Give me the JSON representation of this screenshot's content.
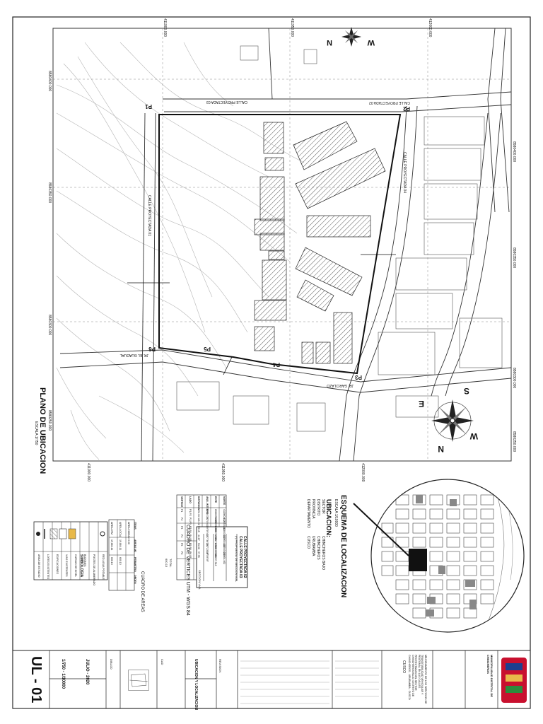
{
  "sheet": {
    "plan_title": "PLANO DE UBICACION",
    "plan_scale": "ESCALA 1/750",
    "sheet_code": "UL - 01",
    "scale_label": "1/750 - 1/10000",
    "date_label": "JULIO - 2020",
    "sheet_name": "UBICACION Y LOCALIZACION"
  },
  "map": {
    "north_labels": [
      "N",
      "W",
      "S",
      "E"
    ],
    "coord_labels_top": [
      "411900.000",
      "411950.000",
      "412000.000"
    ],
    "coord_labels_bottom": [
      "411900.000",
      "411950.000",
      "412000.000"
    ],
    "coord_labels_left": [
      "8580400.000",
      "8580350.000",
      "8580300.000",
      "8580250.000"
    ],
    "coord_labels_right": [
      "8580400.000",
      "8580350.000",
      "8580300.000",
      "8580250.000"
    ],
    "streets": [
      "CALLE PROYECTADA 02",
      "CALLE PROYECTADA 01",
      "CALLE PROYECTADA 03",
      "CALLE PROYECTADA 04",
      "JR. EL GUADUAL",
      "JR. GARCILAZO"
    ],
    "vertices": [
      "P1",
      "P2",
      "P3",
      "P4",
      "P5",
      "P6"
    ]
  },
  "localization": {
    "title": "ESQUEMA DE LOCALIZACION",
    "scale": "ESCALA 1/10000",
    "ubicacion_title": "UBICACION:",
    "fields": [
      {
        "k": "SECTOR",
        "v": "CHINCHEROS BAJO"
      },
      {
        "k": "DISTRITO",
        "v": "CHINCHEROS"
      },
      {
        "k": "PROVINCIA",
        "v": "URUBAMBA"
      },
      {
        "k": "DEPARTAMENTO",
        "v": "CUSCO"
      }
    ]
  },
  "vertex_table": {
    "title": "CUADRO DE VERTICES UTM - WGS 84",
    "headers": [
      "VERTICE",
      "LADO",
      "DISTANCIA",
      "ANG. INTERNO",
      "ESTE",
      "NORTE"
    ],
    "rows": [
      [
        "P1",
        "P1-P2",
        "192.44",
        "87°51'35\"",
        "8580395.835",
        "411860.872"
      ],
      [
        "P2",
        "P2-P3",
        "121.32",
        "92°8'44\"",
        "8580395.835",
        "412053.313"
      ],
      [
        "P3",
        "P3-P4",
        "93.15",
        "89°59'45\"",
        "8580274.515",
        "412053.313"
      ],
      [
        "P4",
        "P4-P5",
        "44.67",
        "167°36'35\"",
        "8580274.515",
        "411960.163"
      ],
      [
        "P5",
        "P5-P6",
        "51.60",
        "192°23'18\"",
        "8580267.342",
        "411916.059"
      ],
      [
        "P6",
        "P6-P1",
        "97.95",
        "89°59'59\"",
        "8580267.342",
        "411864.462"
      ]
    ],
    "total_label": "TOTAL",
    "total": "600.13"
  },
  "areas_table": {
    "title": "CUADRO DE AREAS",
    "headers": [
      "ITEMS",
      "AREAS M2",
      "PERIMETRO",
      "ORDEN"
    ],
    "rows": [
      [
        "AREA UTM",
        "19,884.11",
        "600.13",
        ""
      ],
      [
        "AREA LOCAL",
        "19,884.11",
        "600.13",
        ""
      ],
      [
        "AREA COMUN",
        "0.00",
        "",
        ""
      ]
    ]
  },
  "section_detail": {
    "title1": "CALLE PROYECTADA 02",
    "title2": "CALLE PROYECTADA 03",
    "caption": "SECCION VIAL",
    "note": "(*) PROPUESTA DE SECCION VIAL"
  },
  "legend": {
    "title": "SIMBOLOGIA",
    "headers": [
      "SIMBOLOGIA",
      "DESCRIPCION"
    ],
    "rows": [
      "AREA DE ESTUDIO",
      "LOTES EXISTENTES",
      "EDIFICACIONES",
      "VIAS EXISTENTES",
      "CURVAS DE NIVEL",
      "BUZONES",
      "POSTES DE ALUMBRADO",
      "RED AGUA POTABLE"
    ]
  },
  "title_block": {
    "institution": "MUNICIPALIDAD DISTRITAL DE CHINCHEROS",
    "project": "MEJORAMIENTO DE LOS SERVICIOS DE TRANSITABILIDAD VEHICULAR Y PEATONAL EN LAS CALLES PROYECTADAS DEL SECTOR CHINCHEROS BAJO, DISTRITO DE CHINCHEROS - URUBAMBA - CUSCO",
    "location": "CUSCO",
    "drawn_label": "DIBUJO",
    "designer": "CAD",
    "revision": "REVISION"
  },
  "logo": {
    "color_primary": "#c8102e",
    "color_secondary": "#1d3f8f"
  }
}
